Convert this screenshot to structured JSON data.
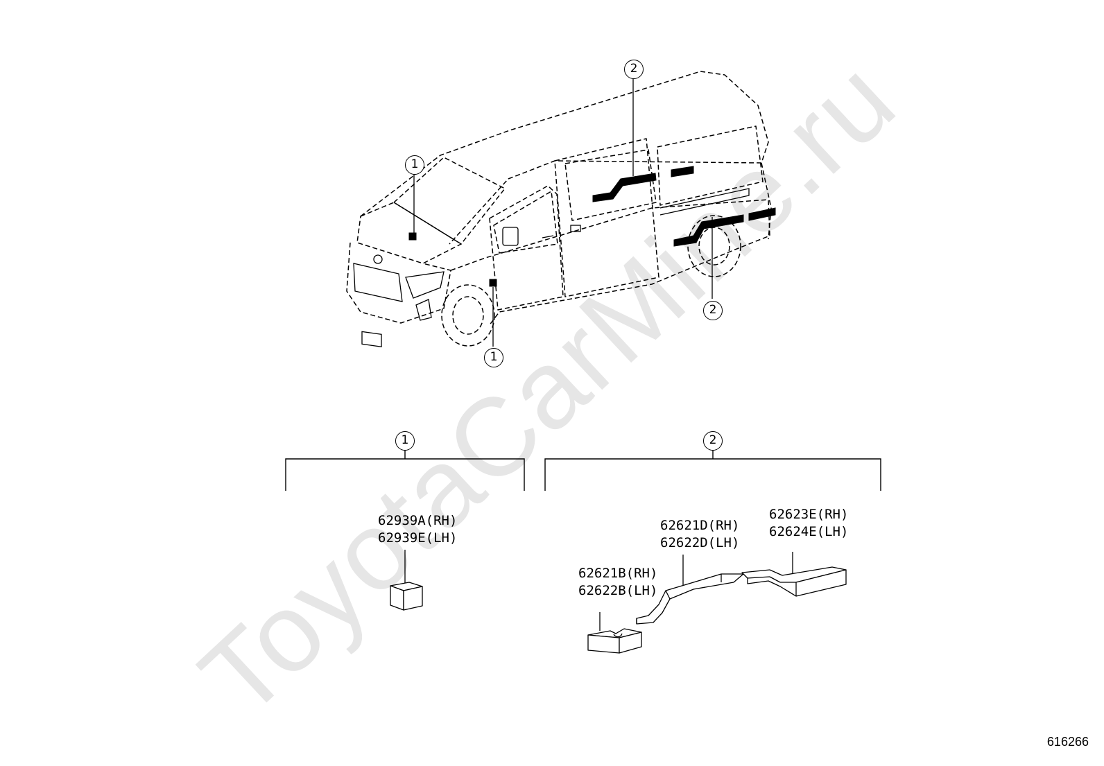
{
  "watermark": "ToyotaCarMine.ru",
  "callouts": {
    "one": "1",
    "two": "2"
  },
  "groups": [
    {
      "ref": "1",
      "parts": [
        {
          "number": "62939A(RH)"
        },
        {
          "number": "62939E(LH)"
        }
      ]
    },
    {
      "ref": "2",
      "parts": [
        {
          "number": "62621B(RH)"
        },
        {
          "number": "62622B(LH)"
        },
        {
          "number": "62621D(RH)"
        },
        {
          "number": "62622D(LH)"
        },
        {
          "number": "62623E(RH)"
        },
        {
          "number": "62624E(LH)"
        }
      ]
    }
  ],
  "image_number": "616266",
  "colors": {
    "line": "#000000",
    "watermark": "#e6e6e6",
    "background": "#ffffff"
  }
}
